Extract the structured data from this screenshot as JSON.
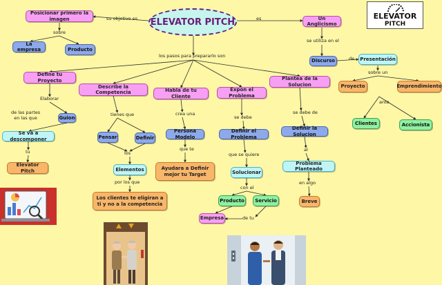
{
  "title": "ELEVATOR PITCH",
  "logo": {
    "line1": "ELEVATOR",
    "line2": "PITCH"
  },
  "nodes": {
    "posicionar": "Posicionar primero la imagen",
    "empresa_top": "La empresa",
    "producto_top": "Producto",
    "anglicismo": "Un Anglicismo",
    "discurso": "Discurso",
    "presentacion": "Presentación",
    "proyecto": "Proyecto",
    "emprendimiento": "Emprendimiento",
    "clientes": "Clientes",
    "accionista": "Accionista",
    "define_proyecto": "Define tu Proyecto",
    "guion": "Guion",
    "descomponer": "Se va a descomponer",
    "elevator_pitch": "Elevator Pitch",
    "describe": "Describe la Competencia",
    "pensar": "Pensar",
    "definir": "Definir",
    "elementos": "Elementos",
    "clientes_eligiran": "Los clientes te eligiran a ti y no a la competencia",
    "habla": "Habla de tu Cliente",
    "persona_modelo": "Persona Modelo",
    "ayudara": "Ayudara a Definir mejor tu Target",
    "expon": "Expon el Problema",
    "definir_problema": "Definir el Problema",
    "solucionar": "Solucionar",
    "producto_low": "Producto",
    "servicio": "Servicio",
    "empresa_low": "Empresa",
    "plantea": "Plantea de la Solucion",
    "definir_solucion": "Definir la Solucion",
    "problema_planteado": "Problema Planteado",
    "breve": "Breve"
  },
  "labels": {
    "su_objetivo": "su objetivo es",
    "es": "es",
    "sobre": "sobre",
    "se_utiliza": "se utiliza en el",
    "de": "de",
    "sobre_un": "sobre un",
    "ante": "ante",
    "pasos": "los pasos para prepararlo son",
    "elaborar": "Elaborar",
    "de_las_partes": "de las partes\nen las que",
    "tu": "tu",
    "tienes_que": "tienes que",
    "los": "los",
    "por_los_que": "por los que",
    "crea_una": "crea una",
    "que_te": "que te",
    "se_debe_1": "se debe",
    "que_se_quiere": "que se quiere",
    "con_el": "con el",
    "de_tu": "de tu",
    "se_debe_de": "se debe de",
    "al": "al",
    "en_algo": "en algo"
  },
  "colors": {
    "background": "#fdf7a6",
    "title_text": "#6b1d7a",
    "line": "#2b2b2b"
  }
}
